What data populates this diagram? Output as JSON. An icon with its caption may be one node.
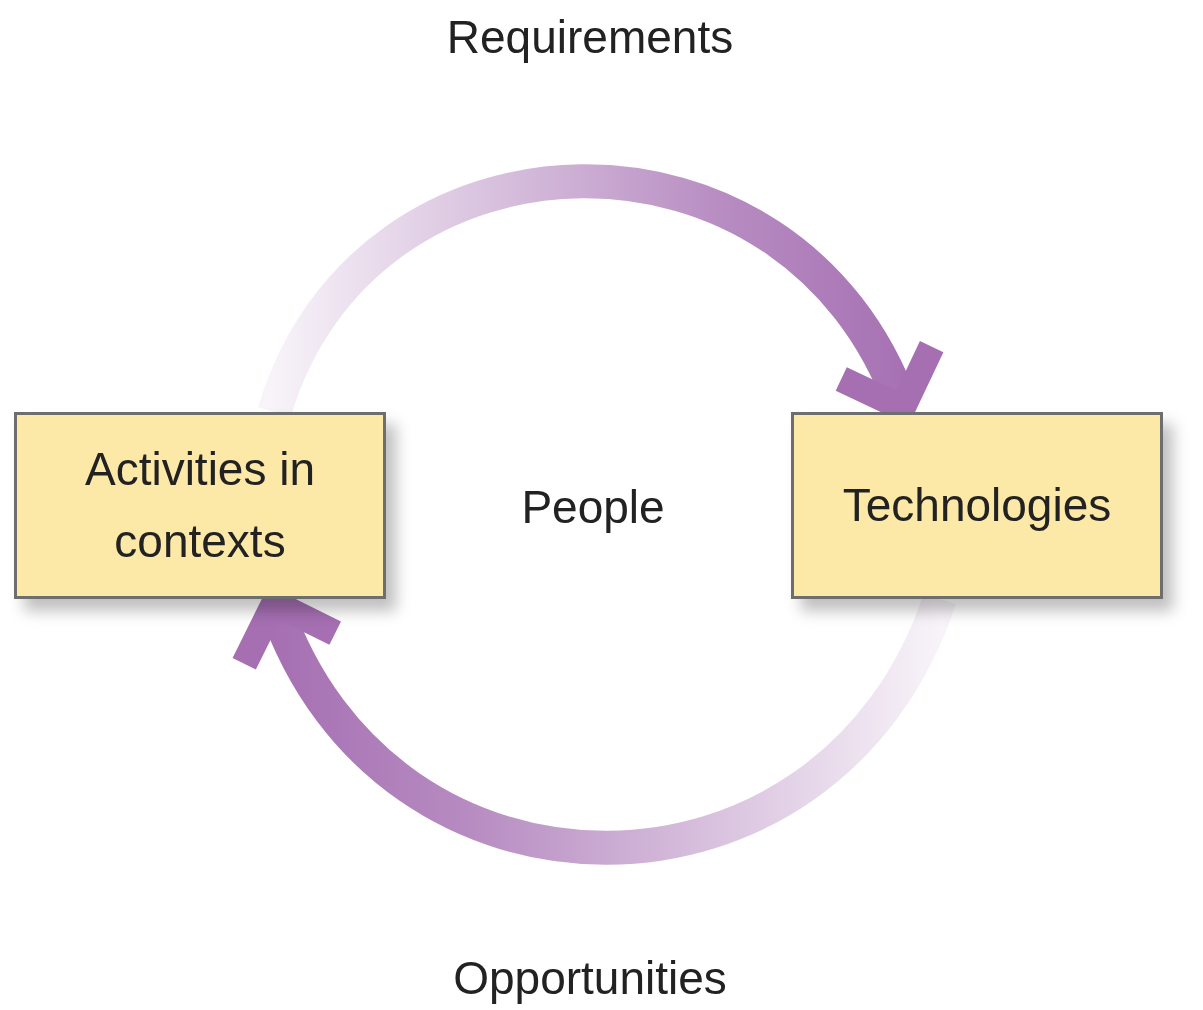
{
  "diagram": {
    "nodes": [
      {
        "text": [
          "Activities in contexts"
        ]
      },
      {
        "text": [
          "Technologies"
        ]
      }
    ],
    "edges": [
      {
        "from": 0,
        "to": 1,
        "arrow": "to",
        "label": "Requirements"
      },
      {
        "from": 1,
        "to": 0,
        "arrow": "to",
        "label": "Opportunities"
      }
    ],
    "labels": [
      "People"
    ]
  }
}
